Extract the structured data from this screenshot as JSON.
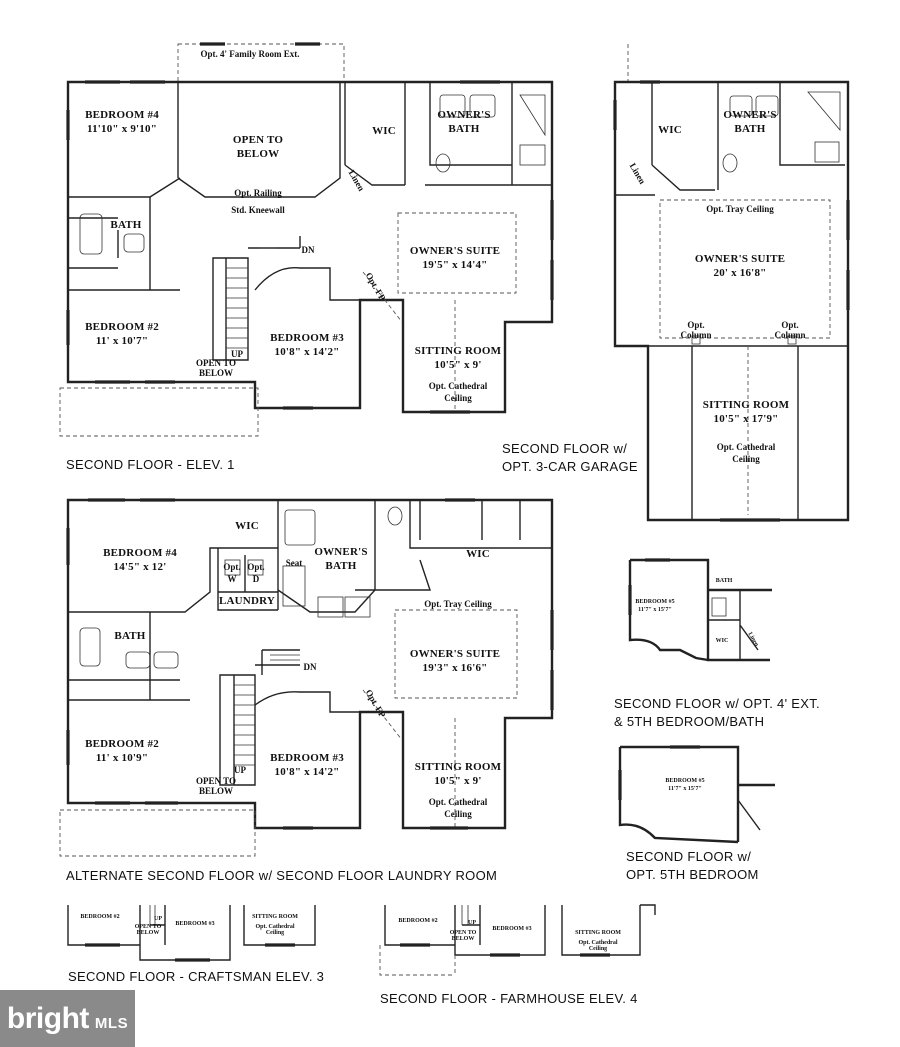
{
  "plans": {
    "elev1": {
      "caption": "SECOND FLOOR - ELEV. 1",
      "ext_label": "Opt. 4' Family Room Ext.",
      "bedroom4": {
        "name": "BEDROOM #4",
        "size": "11'10\" x 9'10\""
      },
      "open_below": [
        "OPEN TO",
        "BELOW"
      ],
      "opt_railing": "Opt. Railing",
      "std_kneewall": "Std. Kneewall",
      "wic": "WIC",
      "owners_bath": [
        "OWNER'S",
        "BATH"
      ],
      "linen": "Linen",
      "bath": "BATH",
      "dn": "DN",
      "owners_suite": {
        "name": "OWNER'S SUITE",
        "size": "19'5\" x 14'4\""
      },
      "opt_fp": "Opt. FP",
      "bedroom2": {
        "name": "BEDROOM #2",
        "size": "11' x 10'7\""
      },
      "up": "UP",
      "open_to_below2": [
        "OPEN TO",
        "BELOW"
      ],
      "bedroom3": {
        "name": "BEDROOM #3",
        "size": "10'8\" x 14'2\""
      },
      "sitting": {
        "name": "SITTING ROOM",
        "size": "10'5\" x 9'"
      },
      "cathedral": [
        "Opt. Cathedral",
        "Ceiling"
      ]
    },
    "garage3": {
      "caption": [
        "SECOND FLOOR w/",
        "OPT. 3-CAR GARAGE"
      ],
      "wic": "WIC",
      "owners_bath": [
        "OWNER'S",
        "BATH"
      ],
      "linen": "Linen",
      "tray": "Opt. Tray Ceiling",
      "owners_suite": {
        "name": "OWNER'S SUITE",
        "size": "20' x 16'8\""
      },
      "col_left": [
        "Opt.",
        "Column"
      ],
      "col_right": [
        "Opt.",
        "Column"
      ],
      "sitting": {
        "name": "SITTING ROOM",
        "size": "10'5\" x 17'9\""
      },
      "cathedral": [
        "Opt. Cathedral",
        "Ceiling"
      ]
    },
    "alt": {
      "caption": "ALTERNATE SECOND FLOOR w/ SECOND FLOOR LAUNDRY ROOM",
      "bedroom4": {
        "name": "BEDROOM #4",
        "size": "14'5\" x 12'"
      },
      "wic1": "WIC",
      "opt_w": [
        "Opt.",
        "W"
      ],
      "opt_d": [
        "Opt.",
        "D"
      ],
      "seat": "Seat",
      "owners_bath": [
        "OWNER'S",
        "BATH"
      ],
      "wic2": "WIC",
      "laundry": "LAUNDRY",
      "tray": "Opt. Tray Ceiling",
      "bath": "BATH",
      "owners_suite": {
        "name": "OWNER'S SUITE",
        "size": "19'3\" x 16'6\""
      },
      "dn": "DN",
      "opt_fp": "Opt. FP",
      "bedroom2": {
        "name": "BEDROOM #2",
        "size": "11' x 10'9\""
      },
      "up": "UP",
      "open_below": [
        "OPEN TO",
        "BELOW"
      ],
      "bedroom3": {
        "name": "BEDROOM #3",
        "size": "10'8\" x 14'2\""
      },
      "sitting": {
        "name": "SITTING ROOM",
        "size": "10'5\" x 9'"
      },
      "cathedral": [
        "Opt. Cathedral",
        "Ceiling"
      ]
    },
    "ext4": {
      "caption": [
        "SECOND FLOOR w/ OPT. 4' EXT.",
        "& 5TH BEDROOM/BATH"
      ],
      "bedroom5": {
        "name": "BEDROOM #5",
        "size": "11'7\" x 15'7\""
      },
      "bath": "BATH",
      "wic": "WIC",
      "linen": "Linen"
    },
    "bed5": {
      "caption": [
        "SECOND FLOOR w/",
        "OPT. 5TH BEDROOM"
      ],
      "bedroom5": {
        "name": "BEDROOM #5",
        "size": "11'7\" x 15'7\""
      }
    },
    "craftsman": {
      "caption": "SECOND FLOOR - CRAFTSMAN ELEV. 3",
      "bedroom2": "BEDROOM #2",
      "up": "UP",
      "open_below": [
        "OPEN TO",
        "BELOW"
      ],
      "bedroom3": "BEDROOM #3",
      "sitting": "SITTING ROOM",
      "cathedral": [
        "Opt. Cathedral",
        "Ceiling"
      ]
    },
    "farmhouse": {
      "caption": "SECOND FLOOR - FARMHOUSE ELEV. 4",
      "bedroom2": "BEDROOM #2",
      "up": "UP",
      "open_below": [
        "OPEN TO",
        "BELOW"
      ],
      "bedroom3": "BEDROOM #3",
      "sitting": "SITTING ROOM",
      "cathedral": [
        "Opt. Cathedral",
        "Ceiling"
      ]
    }
  },
  "watermark": {
    "brand": "bright",
    "suffix": "MLS"
  }
}
